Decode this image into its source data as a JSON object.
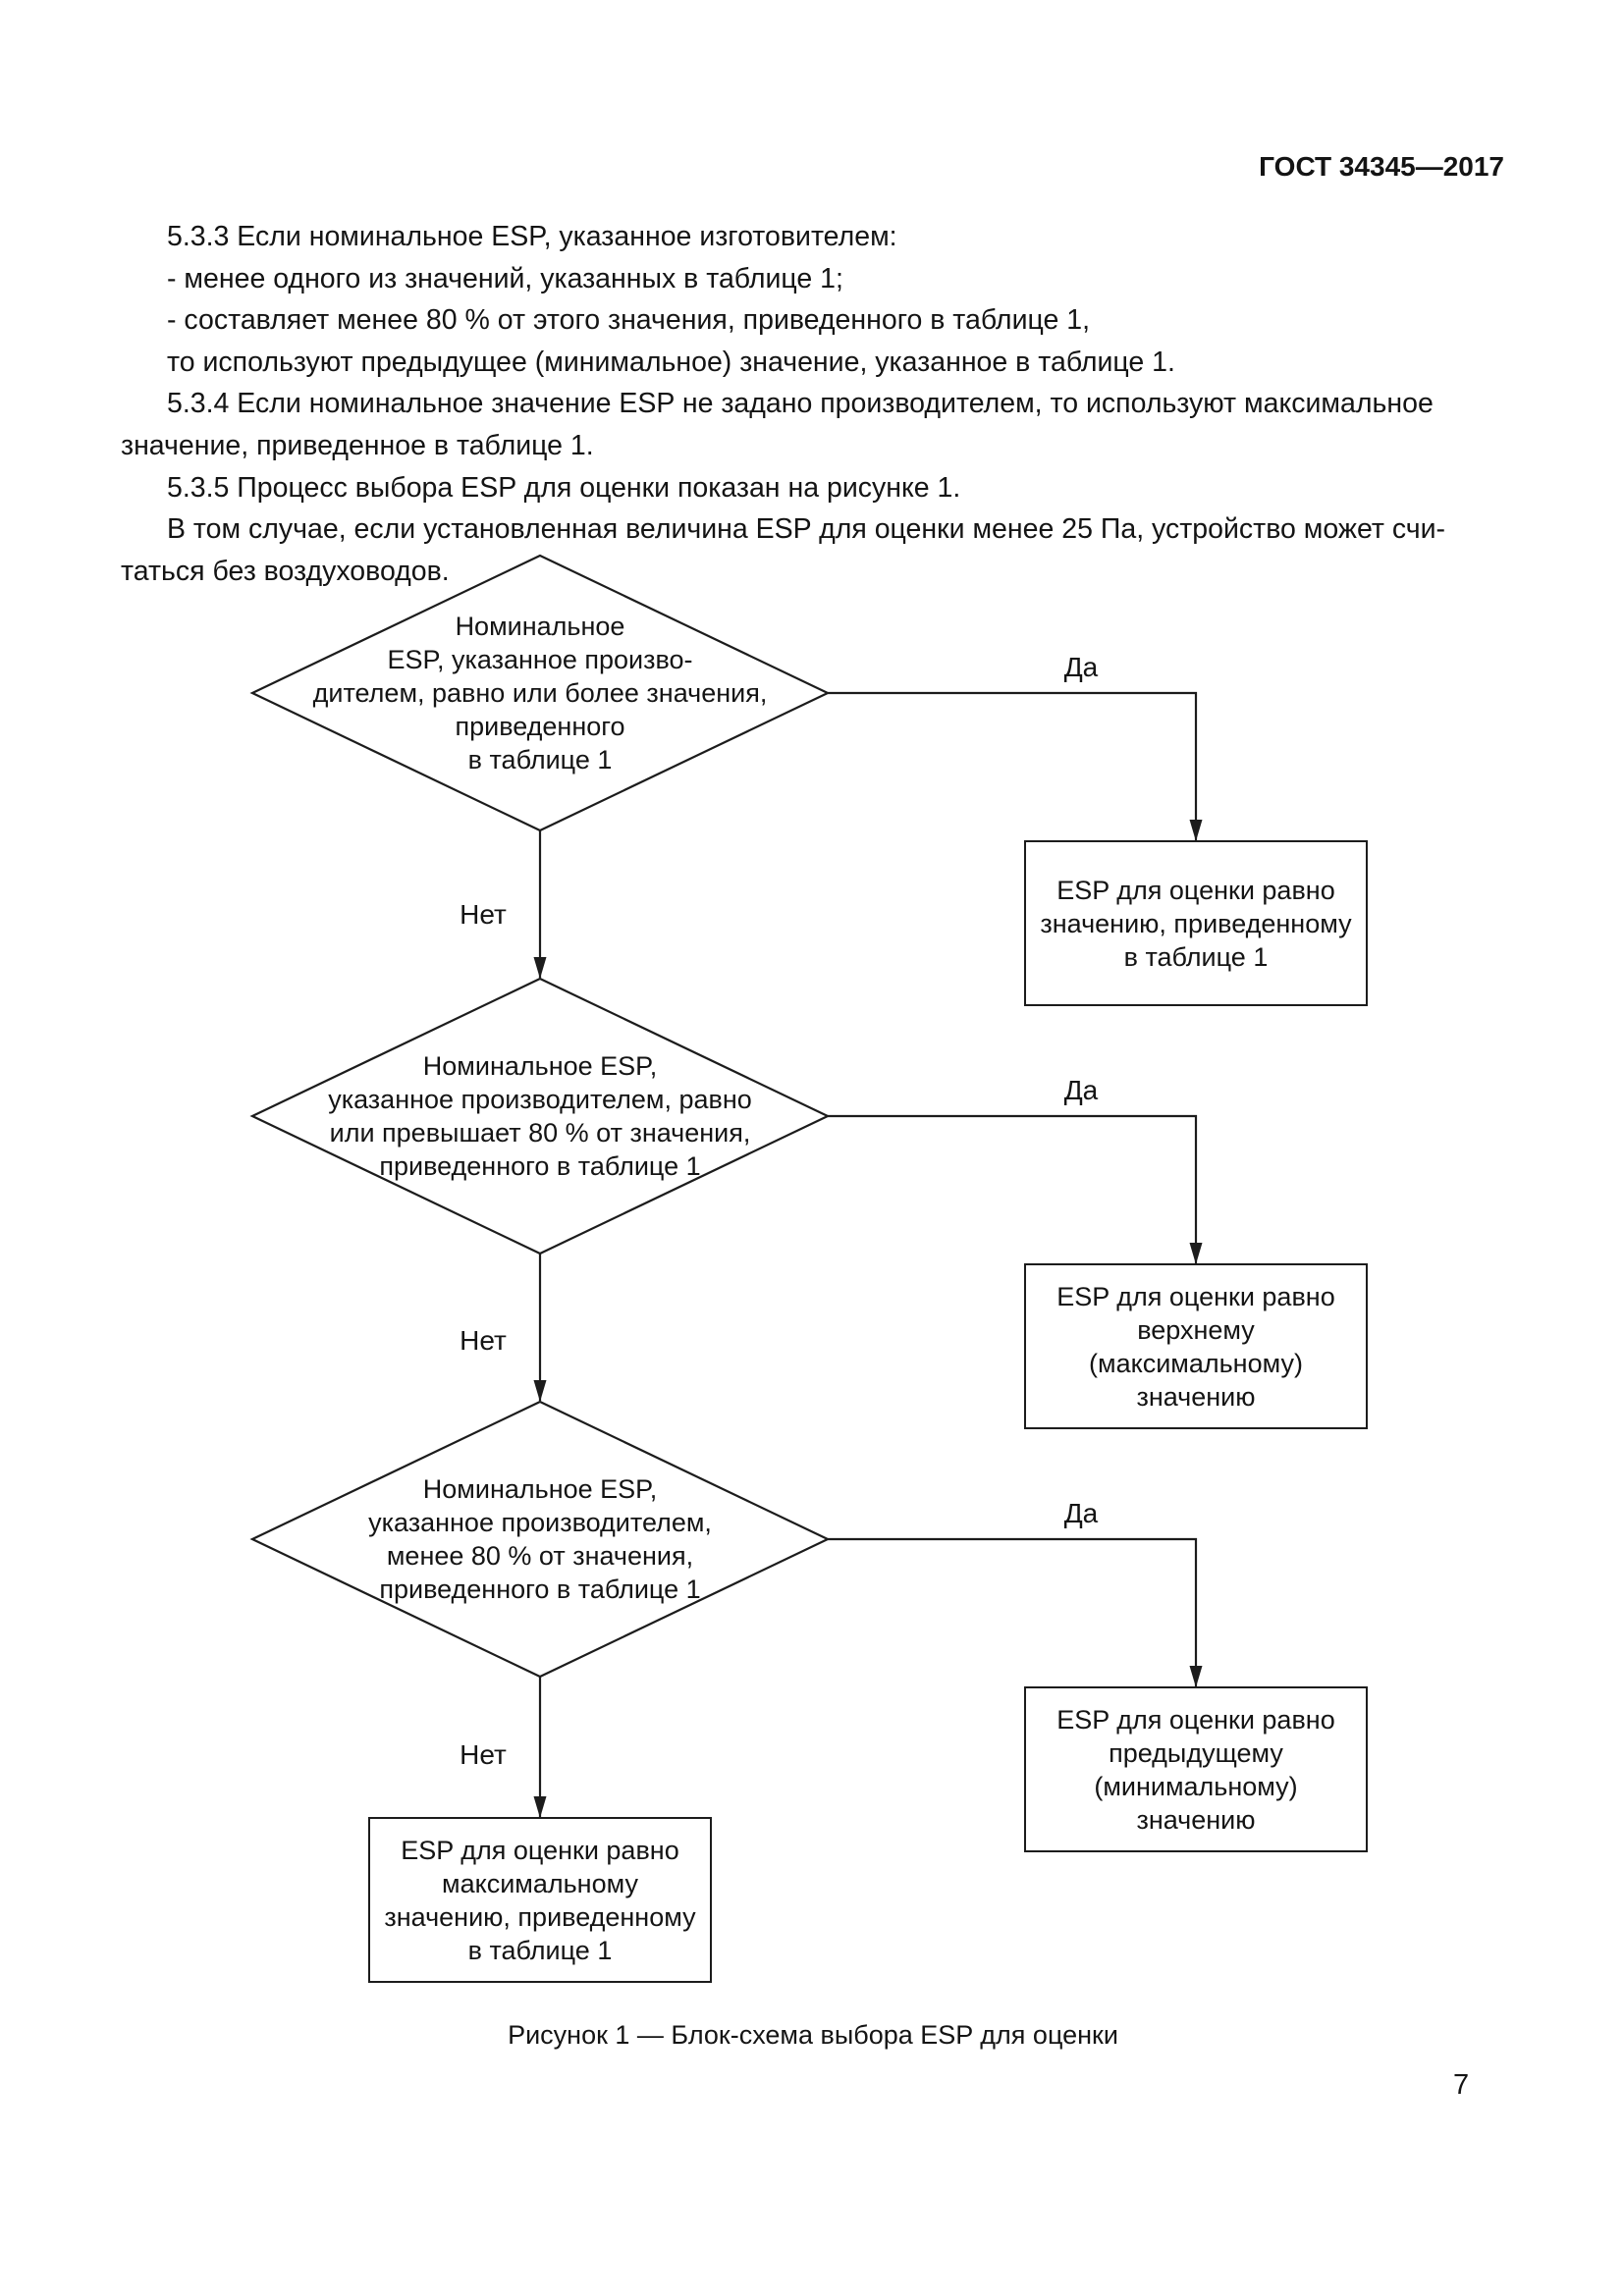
{
  "document": {
    "header": "ГОСТ 34345—2017",
    "page_number": "7",
    "figure_caption": "Рисунок 1 — Блок-схема выбора ESP для оценки"
  },
  "paragraphs": [
    "5.3.3 Если номинальное ESP, указанное изготовителем:",
    "- менее одного из значений, указанных в таблице 1;",
    "- составляет менее 80 % от этого значения, приведенного в таблице 1,",
    "то используют предыдущее (минимальное) значение, указанное в таблице 1.",
    "5.3.4 Если номинальное значение ESP не задано производителем, то используют максимальное\nзначение, приведенное в таблице 1.",
    "5.3.5 Процесс выбора ESP для оценки показан на рисунке 1.",
    "В том случае, если установленная величина ESP для оценки менее 25 Па, устройство может счи-\nтаться без воздуховодов."
  ],
  "flowchart": {
    "labels": {
      "yes": "Да",
      "no": "Нет"
    },
    "decisions": [
      "Номинальное\nESP, указанное произво-\nдителем, равно или более значения,\nприведенного\nв таблице 1",
      "Номинальное ESP,\nуказанное производителем, равно\nили превышает 80 % от значения,\nприведенного в таблице 1",
      "Номинальное ESP,\nуказанное производителем,\nменее 80 % от значения,\nприведенного в таблице 1"
    ],
    "results": [
      "ESP для оценки равно\nзначению, приведенному\nв таблице 1",
      "ESP для оценки равно\nверхнему\n(максимальному)\nзначению",
      "ESP для оценки равно\nпредыдущему\n(минимальному)\nзначению",
      "ESP для оценки равно\nмаксимальному\nзначению, приведенному\nв таблице 1"
    ]
  }
}
